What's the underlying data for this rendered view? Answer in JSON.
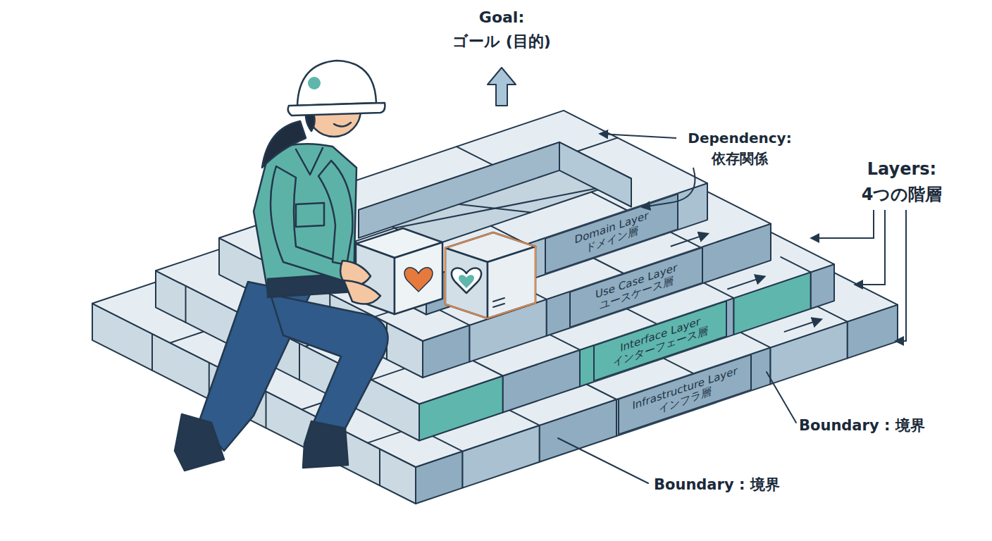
{
  "diagram": {
    "nodes": [
      {
        "text": [
          "Domain Layer",
          "ドメイン層"
        ]
      },
      {
        "text": [
          "Use Case Layer",
          "ユースケース層"
        ]
      },
      {
        "text": [
          "Interface Layer",
          "インターフェース層"
        ]
      },
      {
        "text": [
          "Infrastructure Layer",
          "インフラ層"
        ]
      }
    ],
    "labels": [
      "Goal:",
      "ゴール (目的)",
      "Dependency:",
      "依存関係",
      "Layers:",
      "4つの階層",
      "Boundary : 境界",
      "Boundary : 境界"
    ]
  }
}
